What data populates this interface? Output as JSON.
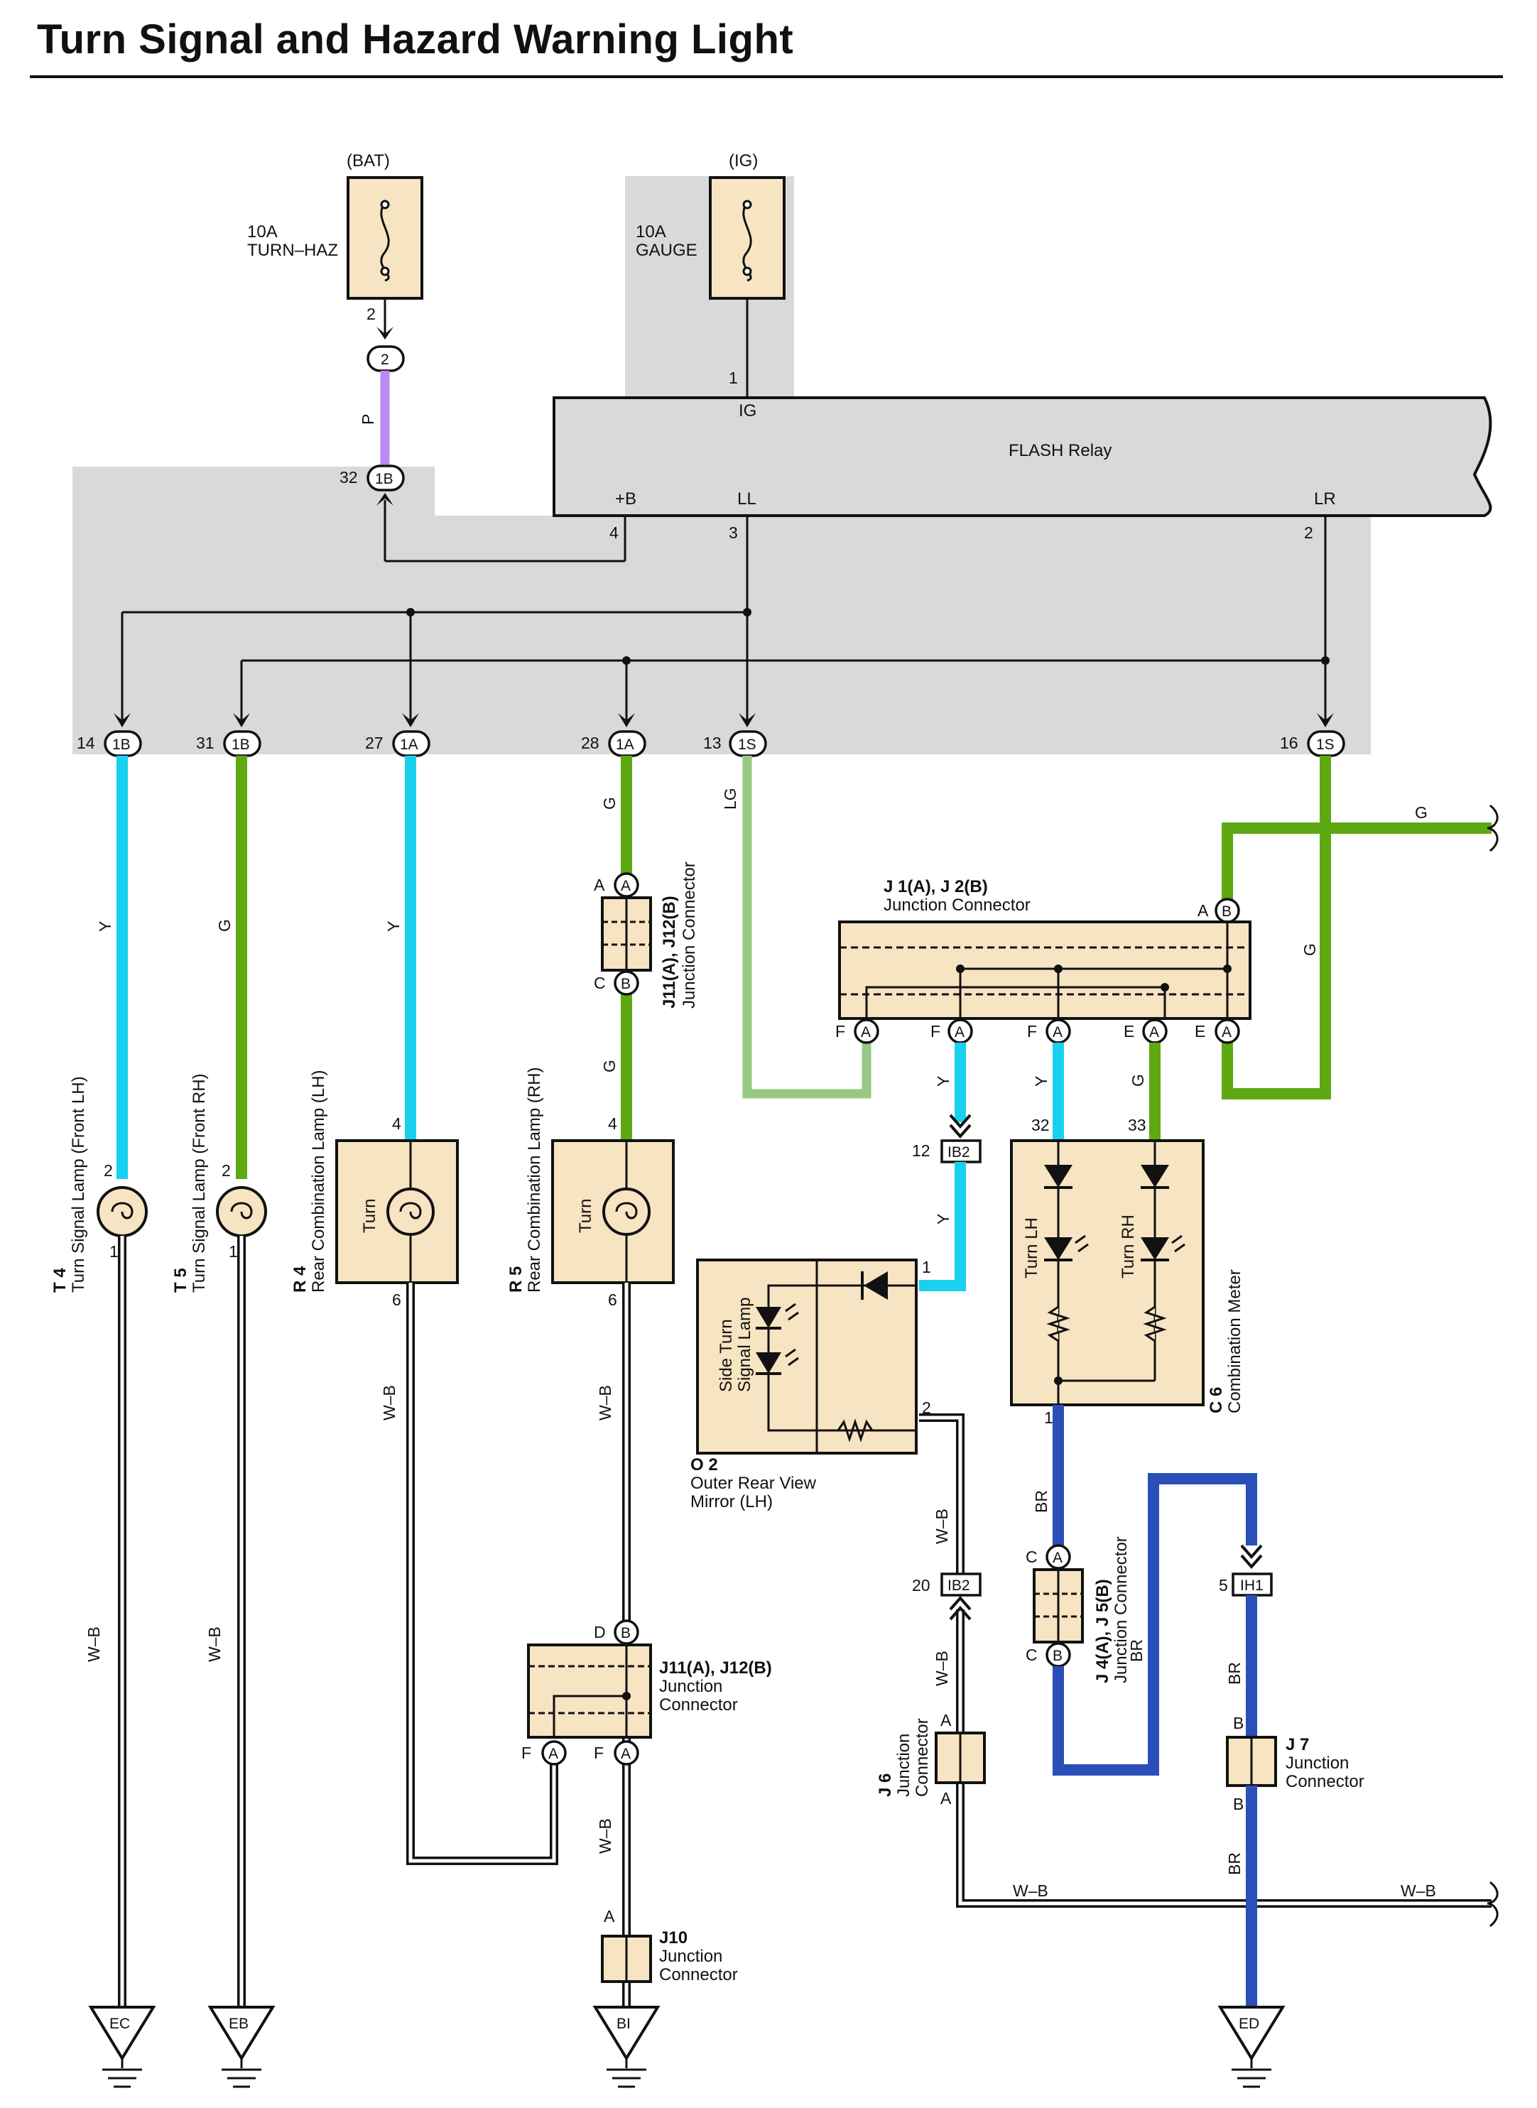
{
  "title": "Turn Signal and Hazard Warning Light",
  "sources": {
    "bat": "(BAT)",
    "ig": "(IG)",
    "fuse_turn_haz": [
      "10A",
      "TURN–HAZ"
    ],
    "fuse_gauge": [
      "10A",
      "GAUGE"
    ]
  },
  "relay": {
    "name": "FLASH Relay",
    "terminals": {
      "ig": "IG",
      "b": "+B",
      "ll": "LL",
      "lr": "LR"
    },
    "pins": {
      "ig": "1",
      "b": "4",
      "ll": "3",
      "lr": "2"
    }
  },
  "connectors": {
    "top_2": "2",
    "top_2_pin": "2",
    "b1b_32": {
      "num": "32",
      "label": "1B"
    },
    "bottom": [
      {
        "num": "14",
        "label": "1B"
      },
      {
        "num": "31",
        "label": "1B"
      },
      {
        "num": "27",
        "label": "1A"
      },
      {
        "num": "28",
        "label": "1A"
      },
      {
        "num": "13",
        "label": "1S"
      },
      {
        "num": "16",
        "label": "1S"
      }
    ],
    "ib2_12": {
      "num": "12",
      "label": "IB2"
    },
    "ib2_20": {
      "num": "20",
      "label": "IB2"
    },
    "ih1_5": {
      "num": "5",
      "label": "IH1"
    },
    "pin_a": "A",
    "pin_b": "B",
    "pin_c": "C",
    "pin_d": "D",
    "pin_e": "E",
    "pin_f": "F"
  },
  "wire_colors": {
    "y": "Y",
    "g": "G",
    "lg": "LG",
    "p": "P",
    "wb": "W–B",
    "br": "BR"
  },
  "components": {
    "t4": {
      "id": "T 4",
      "name": "Turn Signal Lamp (Front LH)",
      "pin_top": "2",
      "pin_bottom": "1"
    },
    "t5": {
      "id": "T 5",
      "name": "Turn Signal Lamp (Front RH)",
      "pin_top": "2",
      "pin_bottom": "1"
    },
    "r4": {
      "id": "R 4",
      "name": "Rear Combination Lamp (LH)",
      "inner": "Turn",
      "pin_top": "4",
      "pin_bottom": "6"
    },
    "r5": {
      "id": "R 5",
      "name": "Rear Combination Lamp (RH)",
      "inner": "Turn",
      "pin_top": "4",
      "pin_bottom": "6"
    },
    "o2": {
      "id": "O 2",
      "name": [
        "Outer Rear View",
        "Mirror (LH)"
      ],
      "inner": [
        "Side Turn",
        "Signal Lamp"
      ],
      "pin1": "1",
      "pin2": "2"
    },
    "c6": {
      "id": "C 6",
      "name": "Combination Meter",
      "turn_lh": "Turn LH",
      "turn_rh": "Turn RH",
      "pin32": "32",
      "pin33": "33",
      "pin1": "1"
    },
    "j1j2": {
      "id": "J 1(A), J 2(B)",
      "name": "Junction Connector"
    },
    "j11j12_top": {
      "id": "J11(A), J12(B)",
      "name": "Junction Connector"
    },
    "j11j12_bottom": {
      "id": "J11(A), J12(B)",
      "name": [
        "Junction",
        "Connector"
      ]
    },
    "j4j5": {
      "id": "J 4(A), J 5(B)",
      "name": "Junction Connector"
    },
    "j6": {
      "id": "J 6",
      "name": [
        "Junction",
        "Connector"
      ]
    },
    "j7": {
      "id": "J 7",
      "name": [
        "Junction",
        "Connector"
      ]
    },
    "j10": {
      "id": "J10",
      "name": [
        "Junction",
        "Connector"
      ]
    }
  },
  "grounds": [
    "EC",
    "EB",
    "BI",
    "ED"
  ],
  "colors": {
    "y": "#1ad0ef",
    "g": "#5ea812",
    "lg": "#96c983",
    "p": "#bb8af2",
    "br": "#2a4fb8",
    "junction_fill": "#f7e4c2",
    "shade": "#d9d9d9"
  }
}
